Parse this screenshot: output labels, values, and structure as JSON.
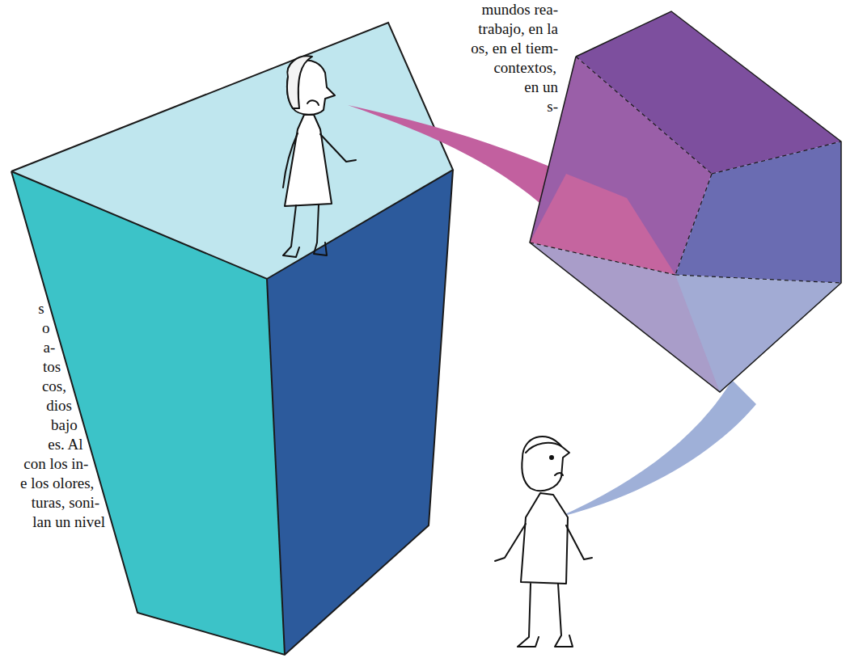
{
  "diagram": {
    "labels": [
      "mundos rea-",
      "trabajo, en la",
      "os, en el tiem-",
      "contextos,",
      "en un",
      "s-",
      "s",
      "o",
      "a-",
      "tos",
      "cos,",
      "dios",
      "bajo",
      "es.  Al",
      "con los in-",
      "e los olores,",
      "turas, soni-",
      "lan un nivel"
    ]
  }
}
